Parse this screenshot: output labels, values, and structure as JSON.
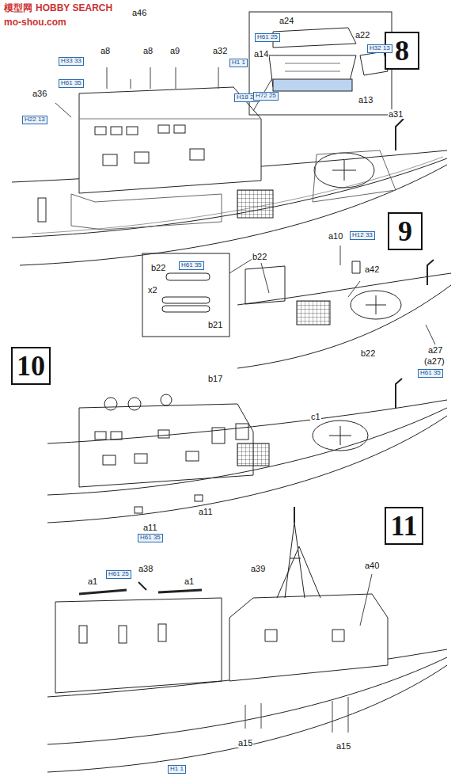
{
  "diagram": {
    "nodes": [
      {
        "text": [
          "8"
        ]
      },
      {
        "text": [
          "9"
        ]
      },
      {
        "text": [
          "10"
        ]
      },
      {
        "text": [
          "11"
        ]
      }
    ],
    "labels": [
      "模型网",
      "HOBBY SEARCH",
      "mo-shou.com",
      "a46",
      "a8",
      "a8",
      "a9",
      "a32",
      "H33 33",
      "H61 35",
      "H1 1",
      "H18 28",
      "a36",
      "H22 13",
      "a24",
      "H61 25",
      "a14",
      "H72 25",
      "a22",
      "H32 13",
      "a13",
      "a31",
      "b22",
      "a10",
      "H12 33",
      "a42",
      "b22",
      "H61 35",
      "x2",
      "b21",
      "a27",
      "(a27)",
      "H61 35",
      "b22",
      "b17",
      "c1",
      "a11",
      "a11",
      "H61 35",
      "H61 25",
      "a38",
      "a1",
      "a1",
      "a39",
      "a40",
      "a15",
      "a15",
      "H1 1"
    ]
  }
}
